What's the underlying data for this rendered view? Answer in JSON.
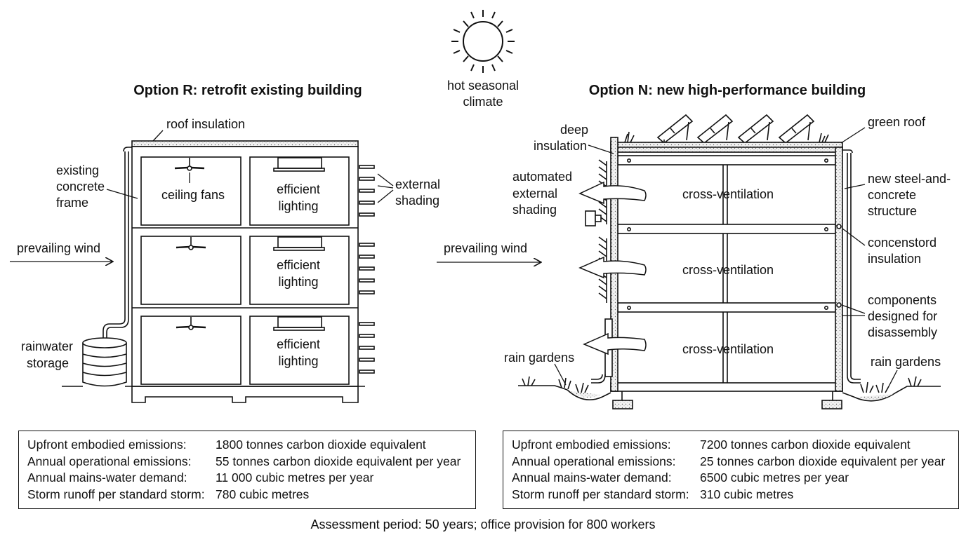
{
  "climate": {
    "label_line1": "hot seasonal",
    "label_line2": "climate"
  },
  "option_r": {
    "title": "Option R: retrofit existing building",
    "labels": {
      "roof_insulation": "roof insulation",
      "frame_line1": "existing",
      "frame_line2": "concrete",
      "frame_line3": "frame",
      "ceiling_fans": "ceiling fans",
      "efficient_lighting_line1": "efficient",
      "efficient_lighting_line2": "lighting",
      "external_shading_line1": "external",
      "external_shading_line2": "shading",
      "prevailing_wind": "prevailing wind",
      "rainwater_line1": "rainwater",
      "rainwater_line2": "storage"
    },
    "metrics": [
      {
        "label": "Upfront embodied emissions:",
        "value": "1800 tonnes carbon dioxide equivalent"
      },
      {
        "label": "Annual operational emissions:",
        "value": "55 tonnes carbon dioxide equivalent per year"
      },
      {
        "label": "Annual mains-water demand:",
        "value": "11 000 cubic metres per year"
      },
      {
        "label": "Storm runoff per standard storm:",
        "value": "780 cubic metres"
      }
    ]
  },
  "option_n": {
    "title": "Option N: new high-performance building",
    "labels": {
      "deep_insulation_line1": "deep",
      "deep_insulation_line2": "insulation",
      "green_roof": "green roof",
      "auto_shading_line1": "automated",
      "auto_shading_line2": "external",
      "auto_shading_line3": "shading",
      "cross_ventilation": "cross-ventilation",
      "structure_line1": "new steel-and-",
      "structure_line2": "concrete",
      "structure_line3": "structure",
      "insulation_line1": "concenstord",
      "insulation_line2": "insulation",
      "components_line1": "components",
      "components_line2": "designed for",
      "components_line3": "disassembly",
      "prevailing_wind": "prevailing wind",
      "rain_gardens_left": "rain gardens",
      "rain_gardens_right": "rain gardens"
    },
    "metrics": [
      {
        "label": "Upfront embodied emissions:",
        "value": "7200 tonnes carbon dioxide equivalent"
      },
      {
        "label": "Annual operational emissions:",
        "value": "25 tonnes carbon dioxide equivalent per year"
      },
      {
        "label": "Annual mains-water demand:",
        "value": "6500 cubic metres per year"
      },
      {
        "label": "Storm runoff per standard storm:",
        "value": "310 cubic metres"
      }
    ]
  },
  "footnote": "Assessment period: 50 years; office provision for 800 workers",
  "colors": {
    "ink": "#111111",
    "hatch": "#d9d9d9",
    "background": "#ffffff"
  }
}
